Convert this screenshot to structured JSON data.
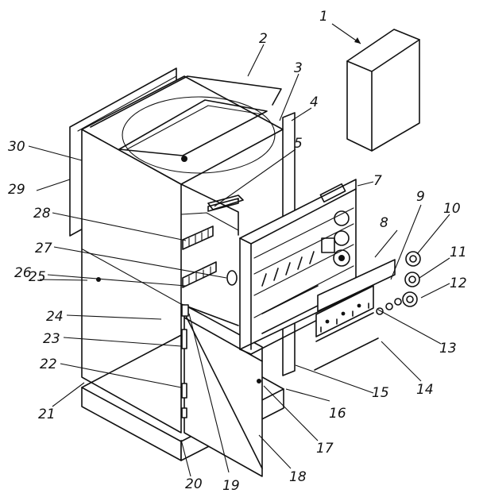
{
  "diagram": {
    "callouts": [
      {
        "id": "c1",
        "text": "1"
      },
      {
        "id": "c2",
        "text": "2"
      },
      {
        "id": "c3",
        "text": "3"
      },
      {
        "id": "c4",
        "text": "4"
      },
      {
        "id": "c5",
        "text": "5"
      },
      {
        "id": "c7",
        "text": "7"
      },
      {
        "id": "c8",
        "text": "8"
      },
      {
        "id": "c9",
        "text": "9"
      },
      {
        "id": "c10",
        "text": "10"
      },
      {
        "id": "c11",
        "text": "11"
      },
      {
        "id": "c12",
        "text": "12"
      },
      {
        "id": "c13",
        "text": "13"
      },
      {
        "id": "c14",
        "text": "14"
      },
      {
        "id": "c15",
        "text": "15"
      },
      {
        "id": "c16",
        "text": "16"
      },
      {
        "id": "c17",
        "text": "17"
      },
      {
        "id": "c18",
        "text": "18"
      },
      {
        "id": "c19",
        "text": "19"
      },
      {
        "id": "c20",
        "text": "20"
      },
      {
        "id": "c21",
        "text": "21"
      },
      {
        "id": "c22",
        "text": "22"
      },
      {
        "id": "c23",
        "text": "23"
      },
      {
        "id": "c24",
        "text": "24"
      },
      {
        "id": "c25",
        "text": "25"
      },
      {
        "id": "c26",
        "text": "26"
      },
      {
        "id": "c27",
        "text": "27"
      },
      {
        "id": "c28",
        "text": "28"
      },
      {
        "id": "c29",
        "text": "29"
      },
      {
        "id": "c30",
        "text": "30"
      }
    ]
  }
}
